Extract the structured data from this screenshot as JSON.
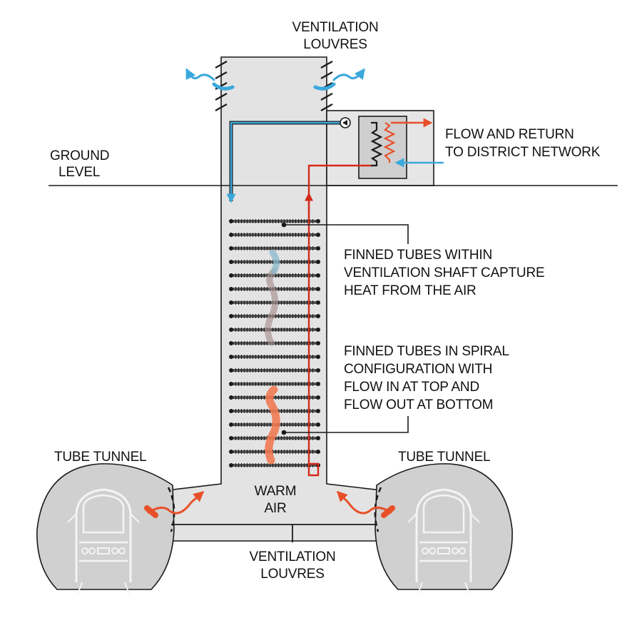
{
  "labels": {
    "top_louvres": [
      "VENTILATION",
      "LOUVRES"
    ],
    "ground_level": [
      "GROUND",
      "LEVEL"
    ],
    "flow_return": [
      "FLOW AND RETURN",
      "TO DISTRICT NETWORK"
    ],
    "finned_tubes_shaft": [
      "FINNED TUBES WITHIN",
      "VENTILATION SHAFT CAPTURE",
      "HEAT FROM THE AIR"
    ],
    "finned_tubes_spiral": [
      "FINNED TUBES IN SPIRAL",
      "CONFIGURATION WITH",
      "FLOW IN AT TOP AND",
      "FLOW OUT AT BOTTOM"
    ],
    "tube_tunnel_left": "TUBE TUNNEL",
    "tube_tunnel_right": "TUBE TUNNEL",
    "warm_air": [
      "WARM",
      "AIR"
    ],
    "bottom_louvres": [
      "VENTILATION",
      "LOUVRES"
    ]
  },
  "tube_rows": 19,
  "colors": {
    "structure_fill": "#e3e3e3",
    "tunnel_fill": "#d0d0d0",
    "outline": "#1a1a1a",
    "cold_flow": "#3aa8dc",
    "warm_flow": "#e8502a",
    "return_pipe": "#d42a1c",
    "warm_air": "#f07a52",
    "cool_air": "#8ab8cc"
  },
  "icons": [
    "pump-icon",
    "heat-exchanger-icon",
    "train-icon"
  ]
}
